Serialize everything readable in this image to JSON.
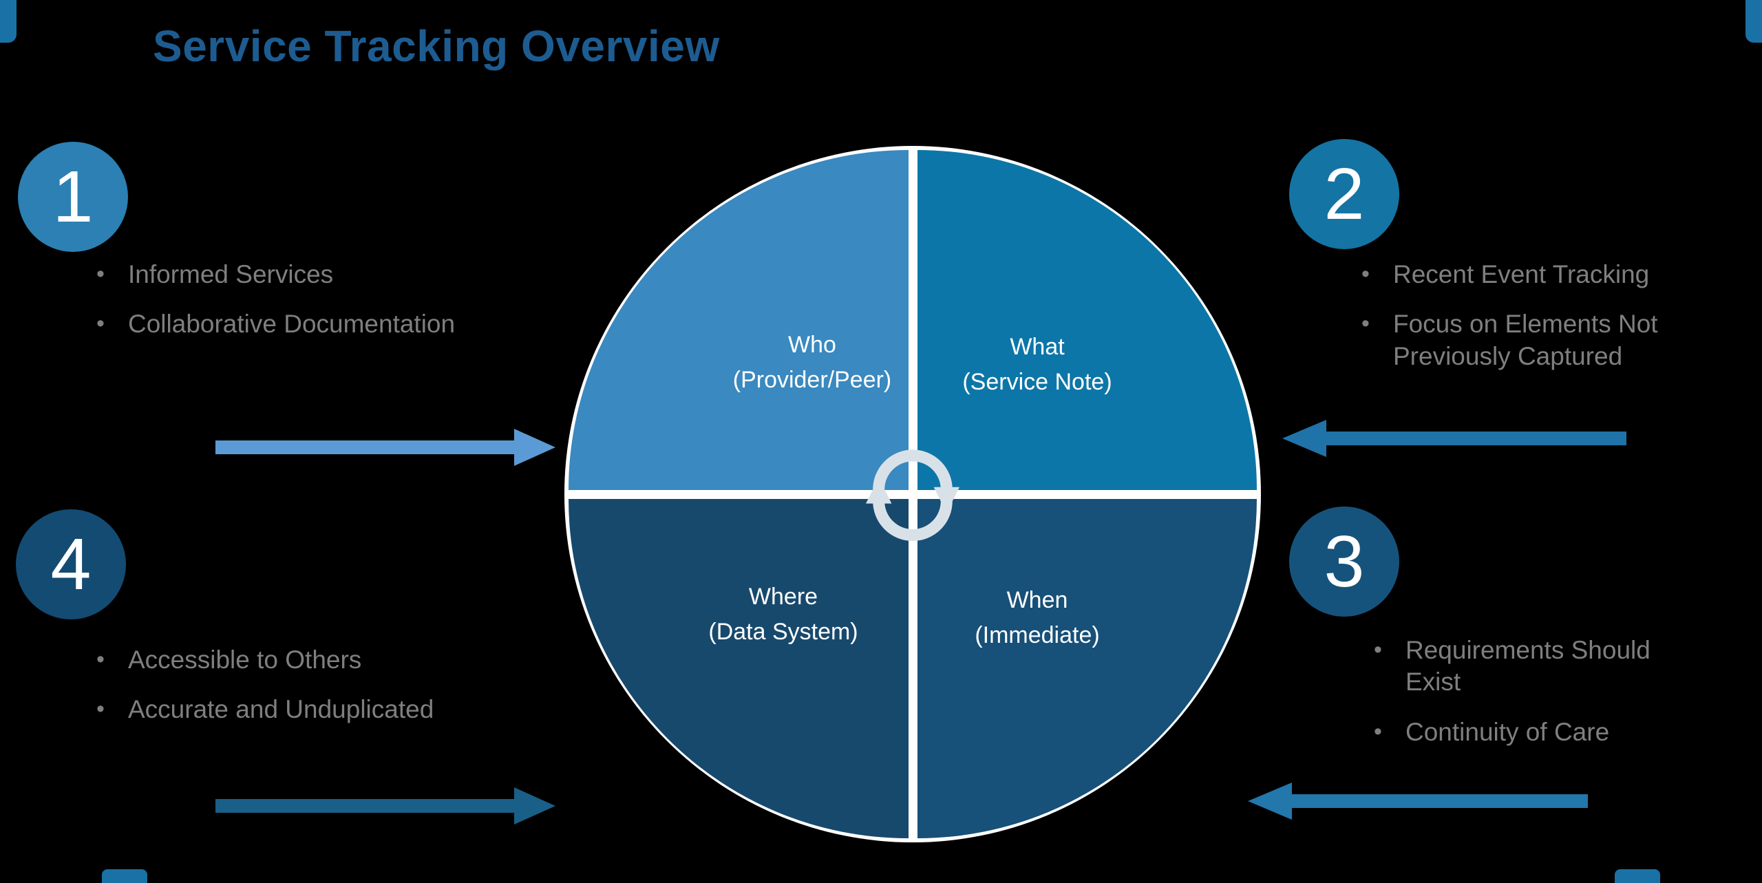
{
  "slide": {
    "title": "Service Tracking Overview"
  },
  "icons": {
    "bullet": "•",
    "center": "cycle-arrows-icon"
  },
  "colors": {
    "background": "#000000",
    "title": "#1d5c91",
    "bullet_text": "#7f7f7f",
    "wheel_divider": "#ffffff",
    "quadrant_label": "#ffffff",
    "cycle_icon": "#d9e1e8",
    "corner_accent": "#1a71a6"
  },
  "wheel": {
    "quadrants": [
      {
        "key": "who",
        "label": "Who",
        "sublabel": "(Provider/Peer)",
        "color": "#3a89c0"
      },
      {
        "key": "what",
        "label": "What",
        "sublabel": "(Service Note)",
        "color": "#0d76a8"
      },
      {
        "key": "where",
        "label": "Where",
        "sublabel": "(Data System)",
        "color": "#17496d"
      },
      {
        "key": "when",
        "label": "When",
        "sublabel": "(Immediate)",
        "color": "#175078"
      }
    ]
  },
  "sections": [
    {
      "number": "1",
      "position": "top-left",
      "badge_color": "#2c80b4",
      "arrow_color": "#5b9bd5",
      "arrow_direction": "right",
      "bullets": [
        "Informed Services",
        "Collaborative Documentation"
      ]
    },
    {
      "number": "2",
      "position": "top-right",
      "badge_color": "#1474a4",
      "arrow_color": "#1f73a8",
      "arrow_direction": "left",
      "bullets": [
        "Recent Event Tracking",
        "Focus on Elements Not Previously Captured"
      ]
    },
    {
      "number": "3",
      "position": "bottom-right",
      "badge_color": "#16537c",
      "arrow_color": "#2277ab",
      "arrow_direction": "left",
      "bullets": [
        "Requirements Should Exist",
        "Continuity of Care"
      ]
    },
    {
      "number": "4",
      "position": "bottom-left",
      "badge_color": "#134b73",
      "arrow_color": "#1a5f87",
      "arrow_direction": "right",
      "bullets": [
        "Accessible to Others",
        "Accurate and Unduplicated"
      ]
    }
  ]
}
